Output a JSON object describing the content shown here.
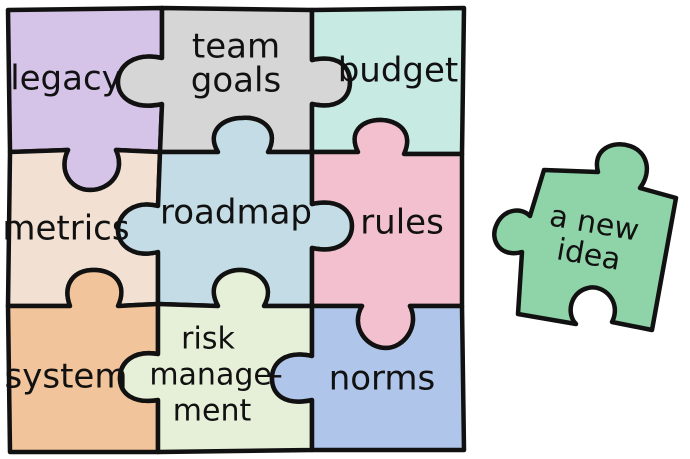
{
  "diagram": {
    "pieces": [
      {
        "id": "legacy",
        "lines": [
          "legacy"
        ],
        "color": "#D5C3E8"
      },
      {
        "id": "team-goals",
        "lines": [
          "team",
          "goals"
        ],
        "color": "#D6D6D6"
      },
      {
        "id": "budget",
        "lines": [
          "budget"
        ],
        "color": "#C7EAE3"
      },
      {
        "id": "metrics",
        "lines": [
          "metrics"
        ],
        "color": "#F2E1D3"
      },
      {
        "id": "roadmap",
        "lines": [
          "roadmap"
        ],
        "color": "#C3DCE6"
      },
      {
        "id": "rules",
        "lines": [
          "rules"
        ],
        "color": "#F2C0CF"
      },
      {
        "id": "system",
        "lines": [
          "system"
        ],
        "color": "#F2C49B"
      },
      {
        "id": "risk-management",
        "lines": [
          "risk",
          "manage-",
          "ment"
        ],
        "color": "#E6F0D8"
      },
      {
        "id": "norms",
        "lines": [
          "norms"
        ],
        "color": "#AFC6EA"
      }
    ],
    "loose_piece": {
      "id": "a-new-idea",
      "lines": [
        "a new",
        "idea"
      ],
      "color": "#8FD4A8"
    }
  }
}
